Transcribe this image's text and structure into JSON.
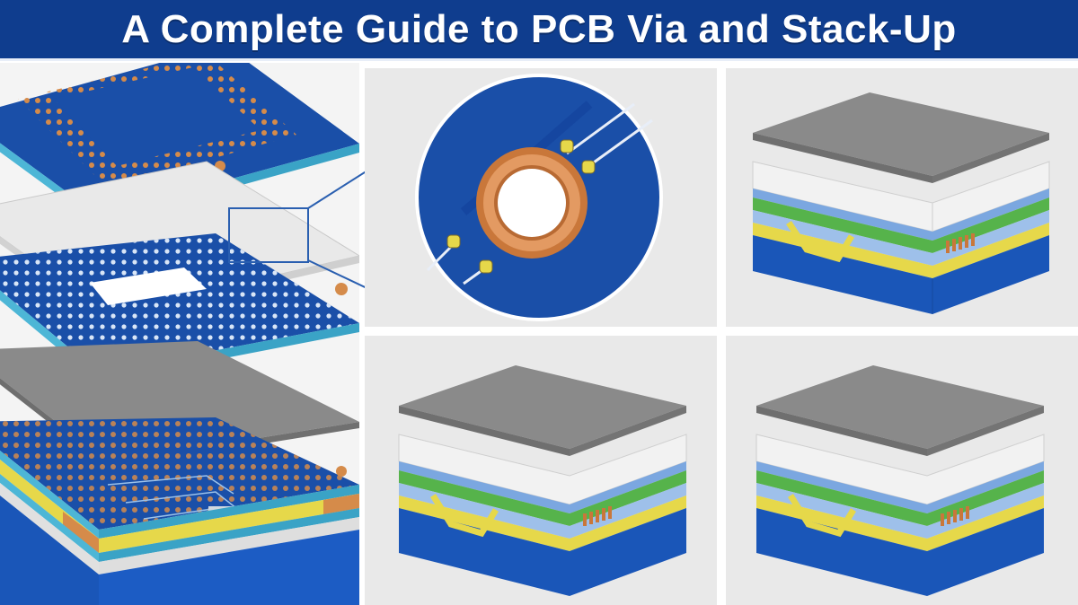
{
  "title": "A Complete Guide to PCB Via and Stack-Up",
  "colors": {
    "banner": "#0f3d8e",
    "board_blue": "#1a4fa8",
    "board_edge": "#4db6d6",
    "copper": "#c9773a",
    "gray_layer": "#7d7d7d",
    "white_layer": "#f1f1f1",
    "green_layer": "#56b34b",
    "yellow_layer": "#e6d84a",
    "light_blue_layer": "#7ba7e0"
  },
  "panels": [
    {
      "id": "exploded-board-view"
    },
    {
      "id": "via-zoom-detail"
    },
    {
      "id": "stackup-cross-section-1"
    },
    {
      "id": "stackup-cross-section-2"
    },
    {
      "id": "stackup-cross-section-3"
    }
  ]
}
